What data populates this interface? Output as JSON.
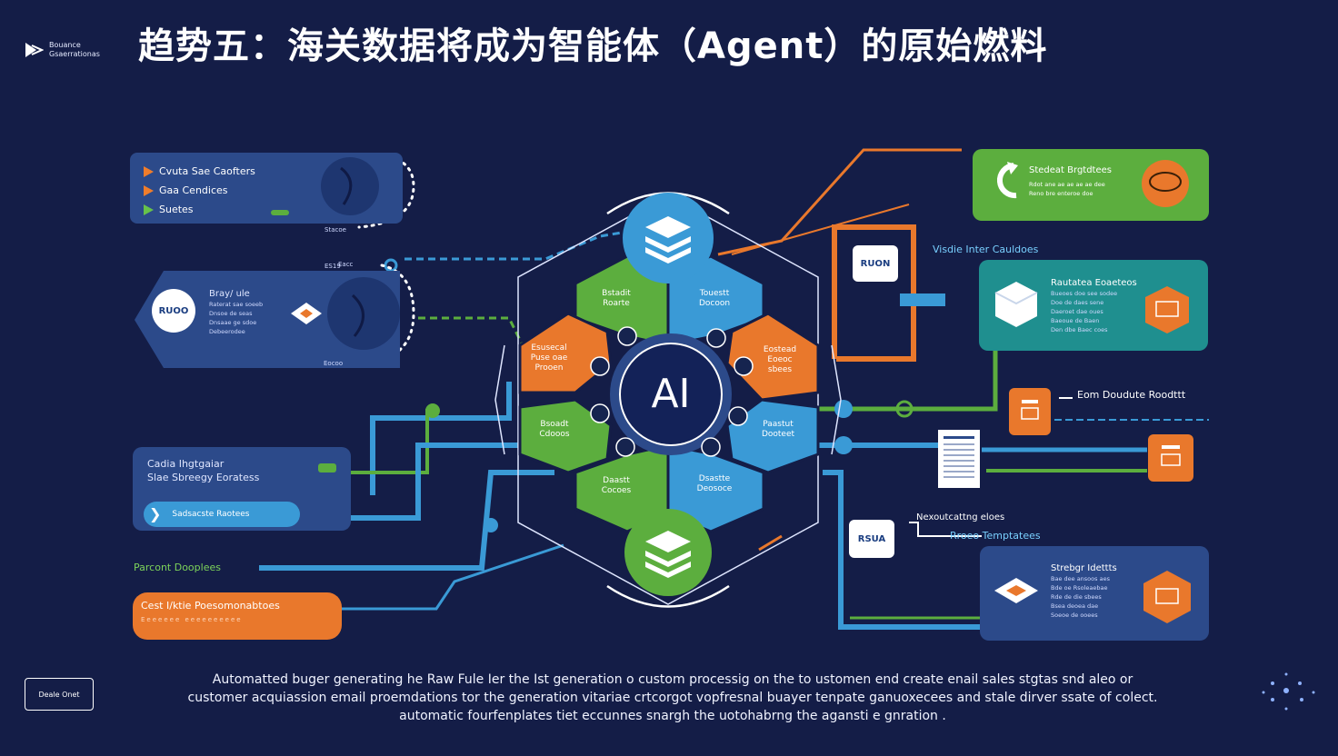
{
  "title": "趋势五：海关数据将成为智能体（Agent）的原始燃料",
  "logo_text": "Bouance Gsaerrationas",
  "colors": {
    "background": "#141d47",
    "blue": "#2c4a8a",
    "light_blue": "#3a9ad6",
    "green": "#5cae3e",
    "teal": "#1f8f8f",
    "orange": "#e9782c"
  },
  "center": {
    "core_label": "AI",
    "segments": [
      {
        "text": "Bstadit\nRoarte",
        "color": "#5cae3e"
      },
      {
        "text": "Touestt\nDocoon",
        "color": "#3a9ad6"
      },
      {
        "text": "Eostead\nEoeoc\nsbees",
        "color": "#e9782c"
      },
      {
        "text": "Paastut\nDooteet",
        "color": "#3a9ad6"
      },
      {
        "text": "Dsastte\nDeosoce",
        "color": "#3a9ad6"
      },
      {
        "text": "Daastt\nCocoes",
        "color": "#5cae3e"
      },
      {
        "text": "Bsoadt\nCdooos",
        "color": "#5cae3e"
      },
      {
        "text": "Esusecal\nPuse oae\nProoen",
        "color": "#e9782c"
      }
    ],
    "top_icon": "stack-icon",
    "bottom_icon": "stack-icon"
  },
  "left": {
    "panel1": {
      "bullets": [
        "Cvuta Sae Caofters",
        "Gaa Cendices",
        "Suetes"
      ],
      "top_marker": "Stacoe",
      "bottom_marker": "Eacc"
    },
    "panel2": {
      "badge": "RUOO",
      "heading": "Bray/ ule",
      "lines": [
        "Raterat sae soeeb",
        "Dnsoe de seas",
        "Dnsaae ge sdoe",
        "Debeerodee"
      ],
      "top_marker": "ES19",
      "bottom_marker": "Eocoo"
    },
    "panel3": {
      "line1": "Cadia Ihgtgaiar",
      "line2": "Slae Sbreegy Eoratess",
      "button": "Sadsacste Raotees"
    },
    "label_green": "Parcont Dooplees",
    "orange_button": "Cest I/ktie Poesomonabtoes",
    "orange_sub": "Eeeeeee eeeeeeeeee"
  },
  "right": {
    "panel1": {
      "heading": "Stedeat Brgtdtees",
      "lines": [
        "Rdot ane ae ae ae ae dee",
        "Reno bre enteroe doe"
      ]
    },
    "label_cyan": "Visdie Inter Cauldoes",
    "badge_upper": "RUON",
    "panel2": {
      "heading": "Rautatea Eoaeteos",
      "lines": [
        "Bueoes doe see sodee",
        "Doe de daes sene",
        "Daeroet dae oues",
        "Baeoue de Baen",
        "Den dbe Baec coes"
      ]
    },
    "side_label": "Eom Doudute Roodttt",
    "mid_label_1": "Nexoutcattng eloes",
    "mid_label_2": "Rroeo Temptatees",
    "badge_lower": "RSUA",
    "panel3": {
      "heading": "Strebgr Idettts",
      "lines": [
        "Bae dee ansoos aes",
        "Bde oe Rsoleaebae",
        "Rde de die sbees",
        "Bsea deoea dae",
        "Soeoe de ooees"
      ]
    }
  },
  "bottom_text": [
    "Automatted buger generating  he Raw Fule Ier the Ist generation o custom processig on the to ustomen end create enail  sales stgtas snd aleo or",
    "customer acquiassion email proemdations tor the generation vitariae crtcorgot vopfresnal buayer tenpate ganuoxecees and  stale dirver ssate of colect.",
    "automatic fourfenplates tiet eccunnes snargh the uotohabrng the agansti e gnration ."
  ],
  "corner_button": "Deale Onet"
}
